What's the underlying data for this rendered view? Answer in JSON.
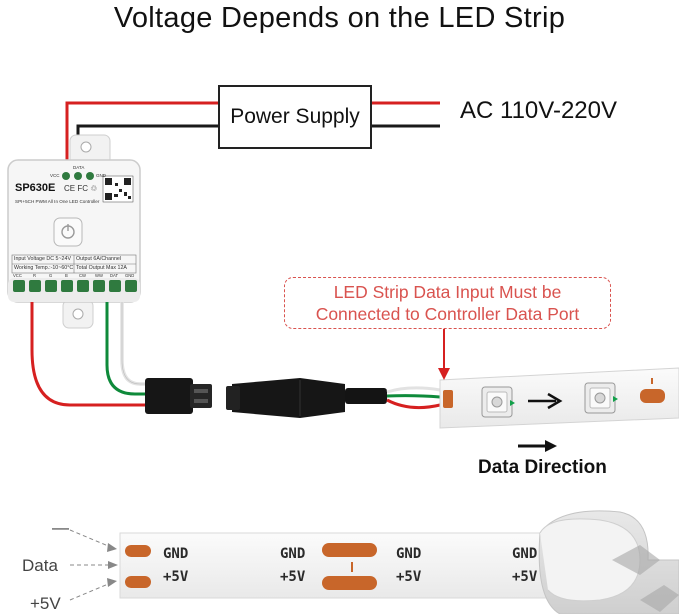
{
  "title": "Voltage Depends on the LED Strip",
  "power_supply": {
    "label": "Power Supply"
  },
  "ac_input": {
    "label": "AC 110V-220V"
  },
  "controller": {
    "model": "SP630E",
    "cert_marks": "CE FC ♲",
    "subtitle": "SPI+5CH PWM All In One LED Controller",
    "top_terminals": [
      "VCC",
      "DATA",
      "GND"
    ],
    "spec_table": [
      [
        "Input Voltage DC 5~24V",
        "Output 6A/Channel"
      ],
      [
        "Working Temp.:-10~60°C",
        "Total Output Max 12A"
      ]
    ],
    "bottom_terminals": [
      "VCC",
      "R",
      "G",
      "B",
      "CW",
      "WW",
      "DAT",
      "GND"
    ]
  },
  "callout": {
    "line1": "LED Strip Data Input Must be",
    "line2": "Connected to Controller Data Port",
    "color": "#d9534f"
  },
  "data_direction": {
    "label": "Data Direction"
  },
  "strip_bottom": {
    "pad_labels_top": [
      "GND",
      "GND",
      "GND",
      "GND"
    ],
    "pad_labels_bottom": [
      "+5V",
      "+5V",
      "+5V",
      "+5V"
    ]
  },
  "side_labels": {
    "minus": "—",
    "data": "Data",
    "plus": "+5V"
  },
  "colors": {
    "wire_red": "#d62020",
    "wire_black": "#1a1a1a",
    "wire_green": "#0e8a3a",
    "wire_white": "#e6e6e6",
    "strip_copper": "#c8662a",
    "controller_body": "#f6f6f6"
  }
}
